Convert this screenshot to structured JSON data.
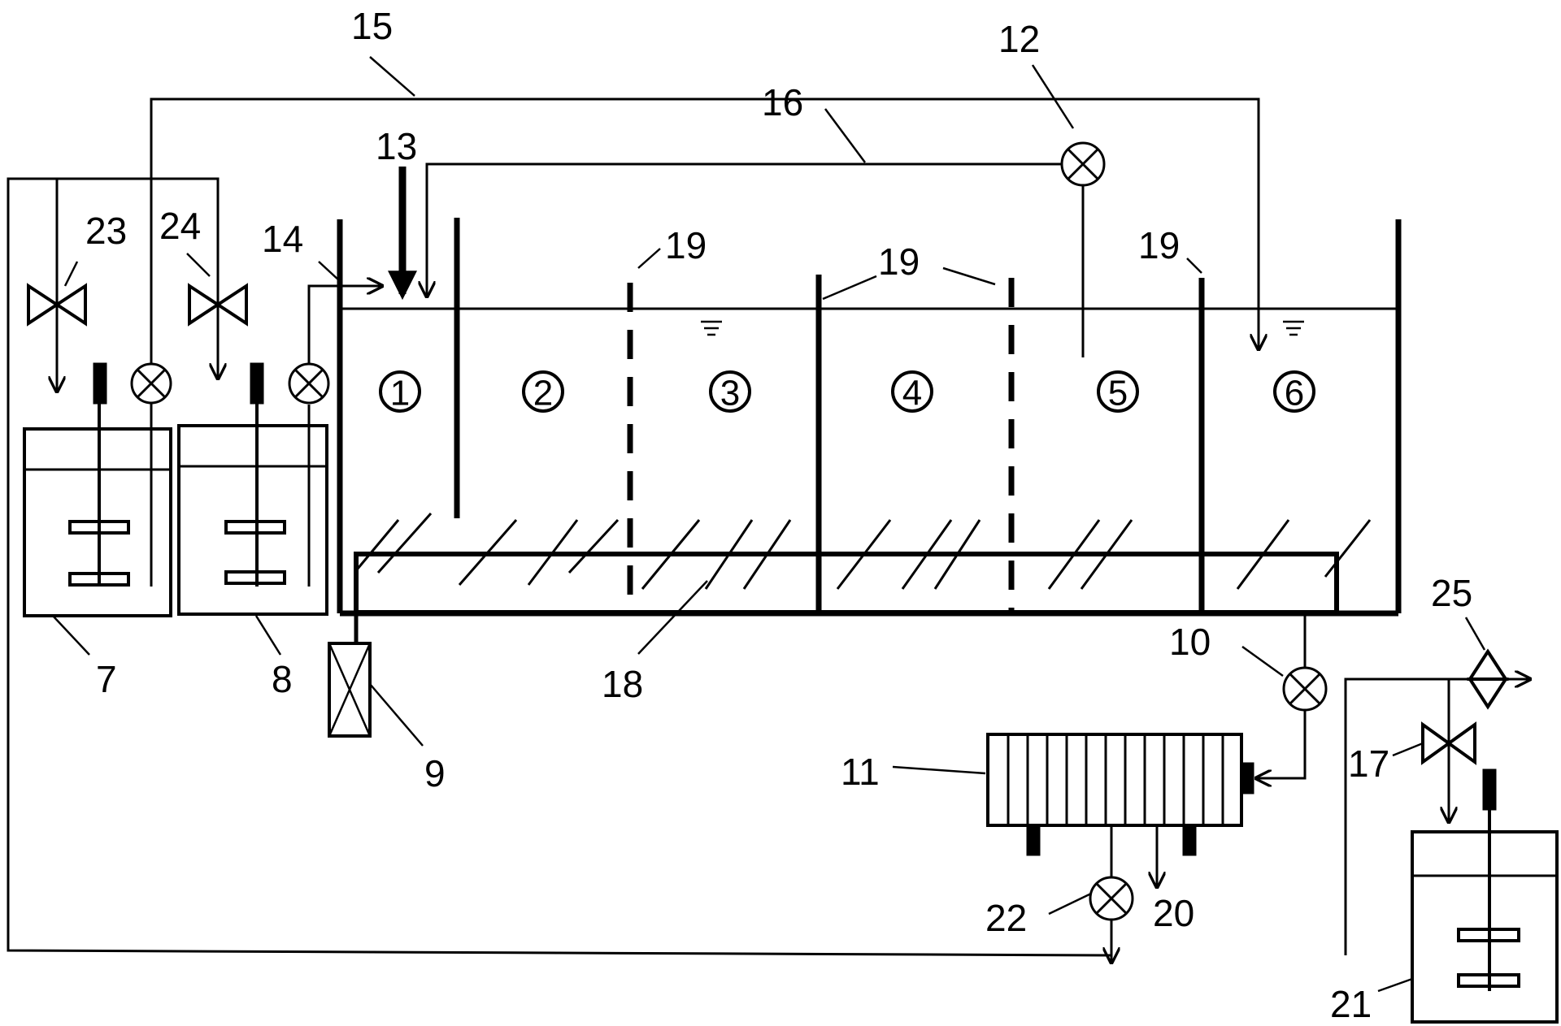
{
  "labels": {
    "l7": "7",
    "l8": "8",
    "l9": "9",
    "l10": "10",
    "l11": "11",
    "l12": "12",
    "l13": "13",
    "l14": "14",
    "l15": "15",
    "l16": "16",
    "l17": "17",
    "l18": "18",
    "l19a": "19",
    "l19b": "19",
    "l19c": "19",
    "l20": "20",
    "l21": "21",
    "l22": "22",
    "l23": "23",
    "l24": "24",
    "l25": "25"
  },
  "chambers": {
    "c1": "1",
    "c2": "2",
    "c3": "3",
    "c4": "4",
    "c5": "5",
    "c6": "6"
  },
  "colors": {
    "line": "#000000",
    "background": "#ffffff"
  }
}
